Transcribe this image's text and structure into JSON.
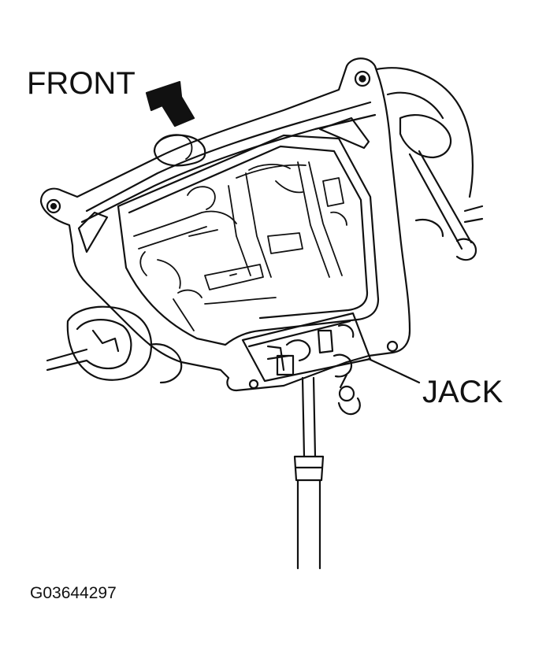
{
  "labels": {
    "front": "FRONT",
    "jack": "JACK",
    "figure_code": "G03644297"
  },
  "colors": {
    "ink": "#111111",
    "background": "#ffffff"
  },
  "icons": {
    "front_direction": "arrow-up-right-icon"
  }
}
